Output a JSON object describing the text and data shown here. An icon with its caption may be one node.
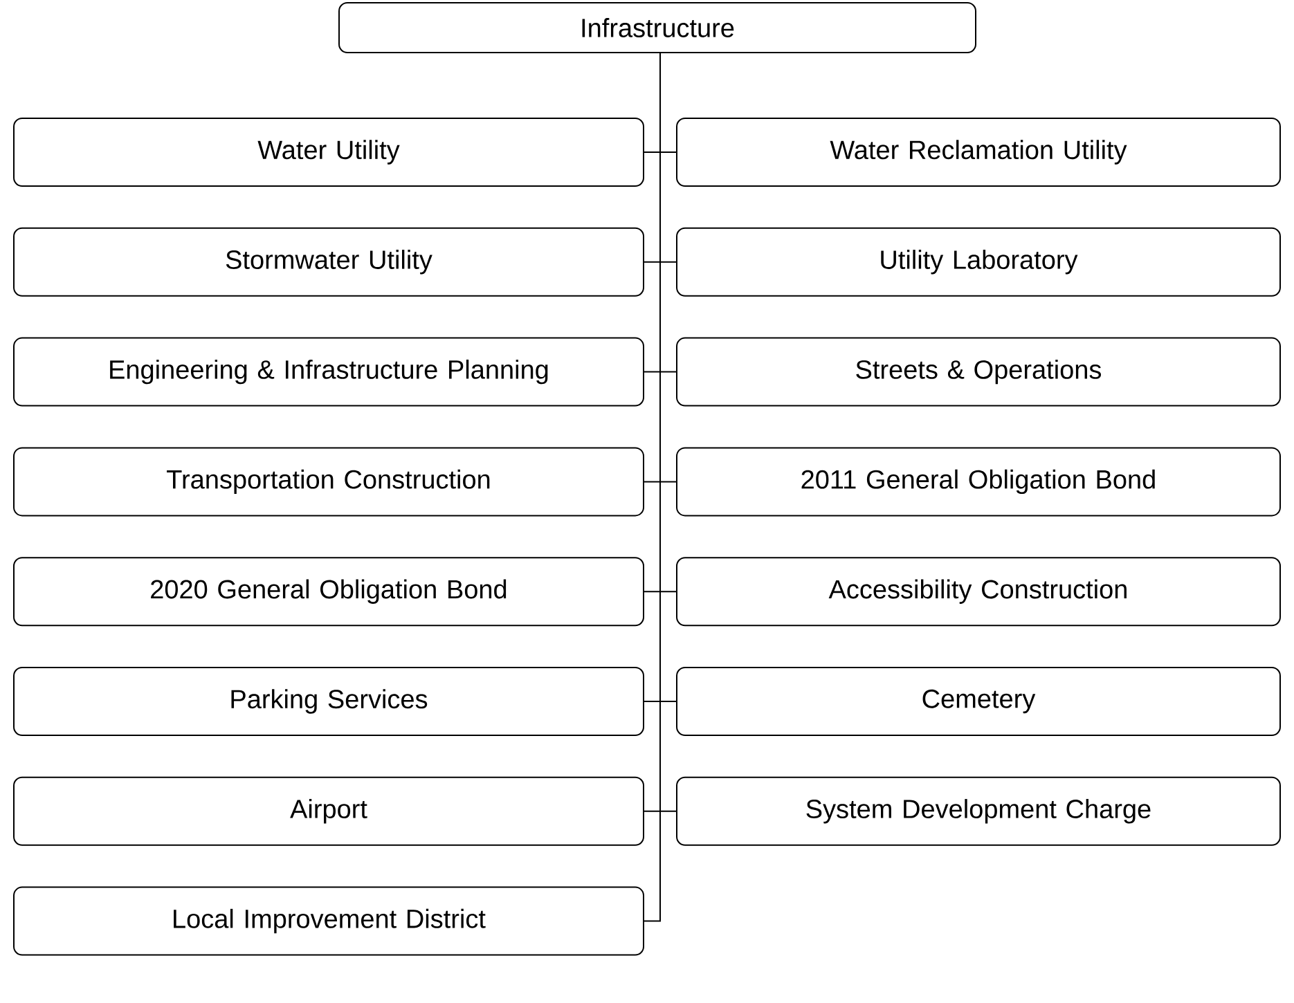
{
  "diagram": {
    "nodes": [
      {
        "text": [
          "Infrastructure"
        ]
      },
      {
        "text": [
          "Water Utility"
        ]
      },
      {
        "text": [
          "Water Reclamation Utility"
        ]
      },
      {
        "text": [
          "Stormwater Utility"
        ]
      },
      {
        "text": [
          "Utility Laboratory"
        ]
      },
      {
        "text": [
          "Engineering & Infrastructure Planning"
        ]
      },
      {
        "text": [
          "Streets & Operations"
        ]
      },
      {
        "text": [
          "Transportation Construction"
        ]
      },
      {
        "text": [
          "2011 General Obligation Bond"
        ]
      },
      {
        "text": [
          "2020 General Obligation Bond"
        ]
      },
      {
        "text": [
          "Accessibility Construction"
        ]
      },
      {
        "text": [
          "Parking Services"
        ]
      },
      {
        "text": [
          "Cemetery"
        ]
      },
      {
        "text": [
          "Airport"
        ]
      },
      {
        "text": [
          "System Development Charge"
        ]
      },
      {
        "text": [
          "Local Improvement District"
        ]
      }
    ],
    "edges": [
      {
        "from": 0,
        "to": 1,
        "arrow": "none"
      },
      {
        "from": 0,
        "to": 2,
        "arrow": "none"
      },
      {
        "from": 0,
        "to": 3,
        "arrow": "none"
      },
      {
        "from": 0,
        "to": 4,
        "arrow": "none"
      },
      {
        "from": 0,
        "to": 5,
        "arrow": "none"
      },
      {
        "from": 0,
        "to": 6,
        "arrow": "none"
      },
      {
        "from": 0,
        "to": 7,
        "arrow": "none"
      },
      {
        "from": 0,
        "to": 8,
        "arrow": "none"
      },
      {
        "from": 0,
        "to": 9,
        "arrow": "none"
      },
      {
        "from": 0,
        "to": 10,
        "arrow": "none"
      },
      {
        "from": 0,
        "to": 11,
        "arrow": "none"
      },
      {
        "from": 0,
        "to": 12,
        "arrow": "none"
      },
      {
        "from": 0,
        "to": 13,
        "arrow": "none"
      },
      {
        "from": 0,
        "to": 14,
        "arrow": "none"
      },
      {
        "from": 0,
        "to": 15,
        "arrow": "none"
      }
    ]
  }
}
